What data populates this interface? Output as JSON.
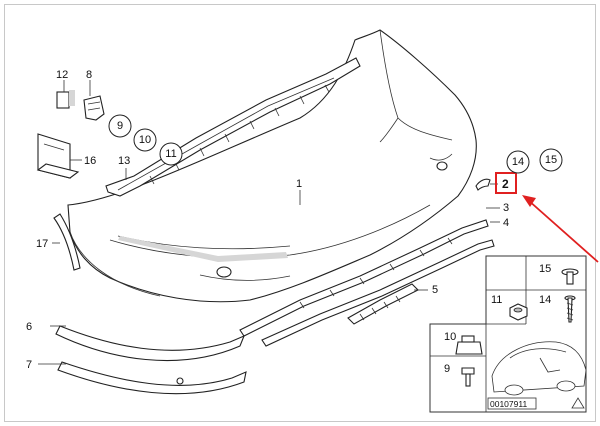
{
  "diagram": {
    "callouts": {
      "p1": "1",
      "p2": "2",
      "p3": "3",
      "p4": "4",
      "p5": "5",
      "p6": "6",
      "p7": "7",
      "p8": "8",
      "p9a": "9",
      "p9b": "9",
      "p10a": "10",
      "p10b": "10",
      "p11a": "11",
      "p11b": "11",
      "p12": "12",
      "p13": "13",
      "p14a": "14",
      "p14b": "14",
      "p15a": "15",
      "p15b": "15",
      "p16": "16",
      "p17": "17"
    },
    "diagram_code": "00107911",
    "highlight_color": "#e02020",
    "arrow_color": "#e02020"
  }
}
